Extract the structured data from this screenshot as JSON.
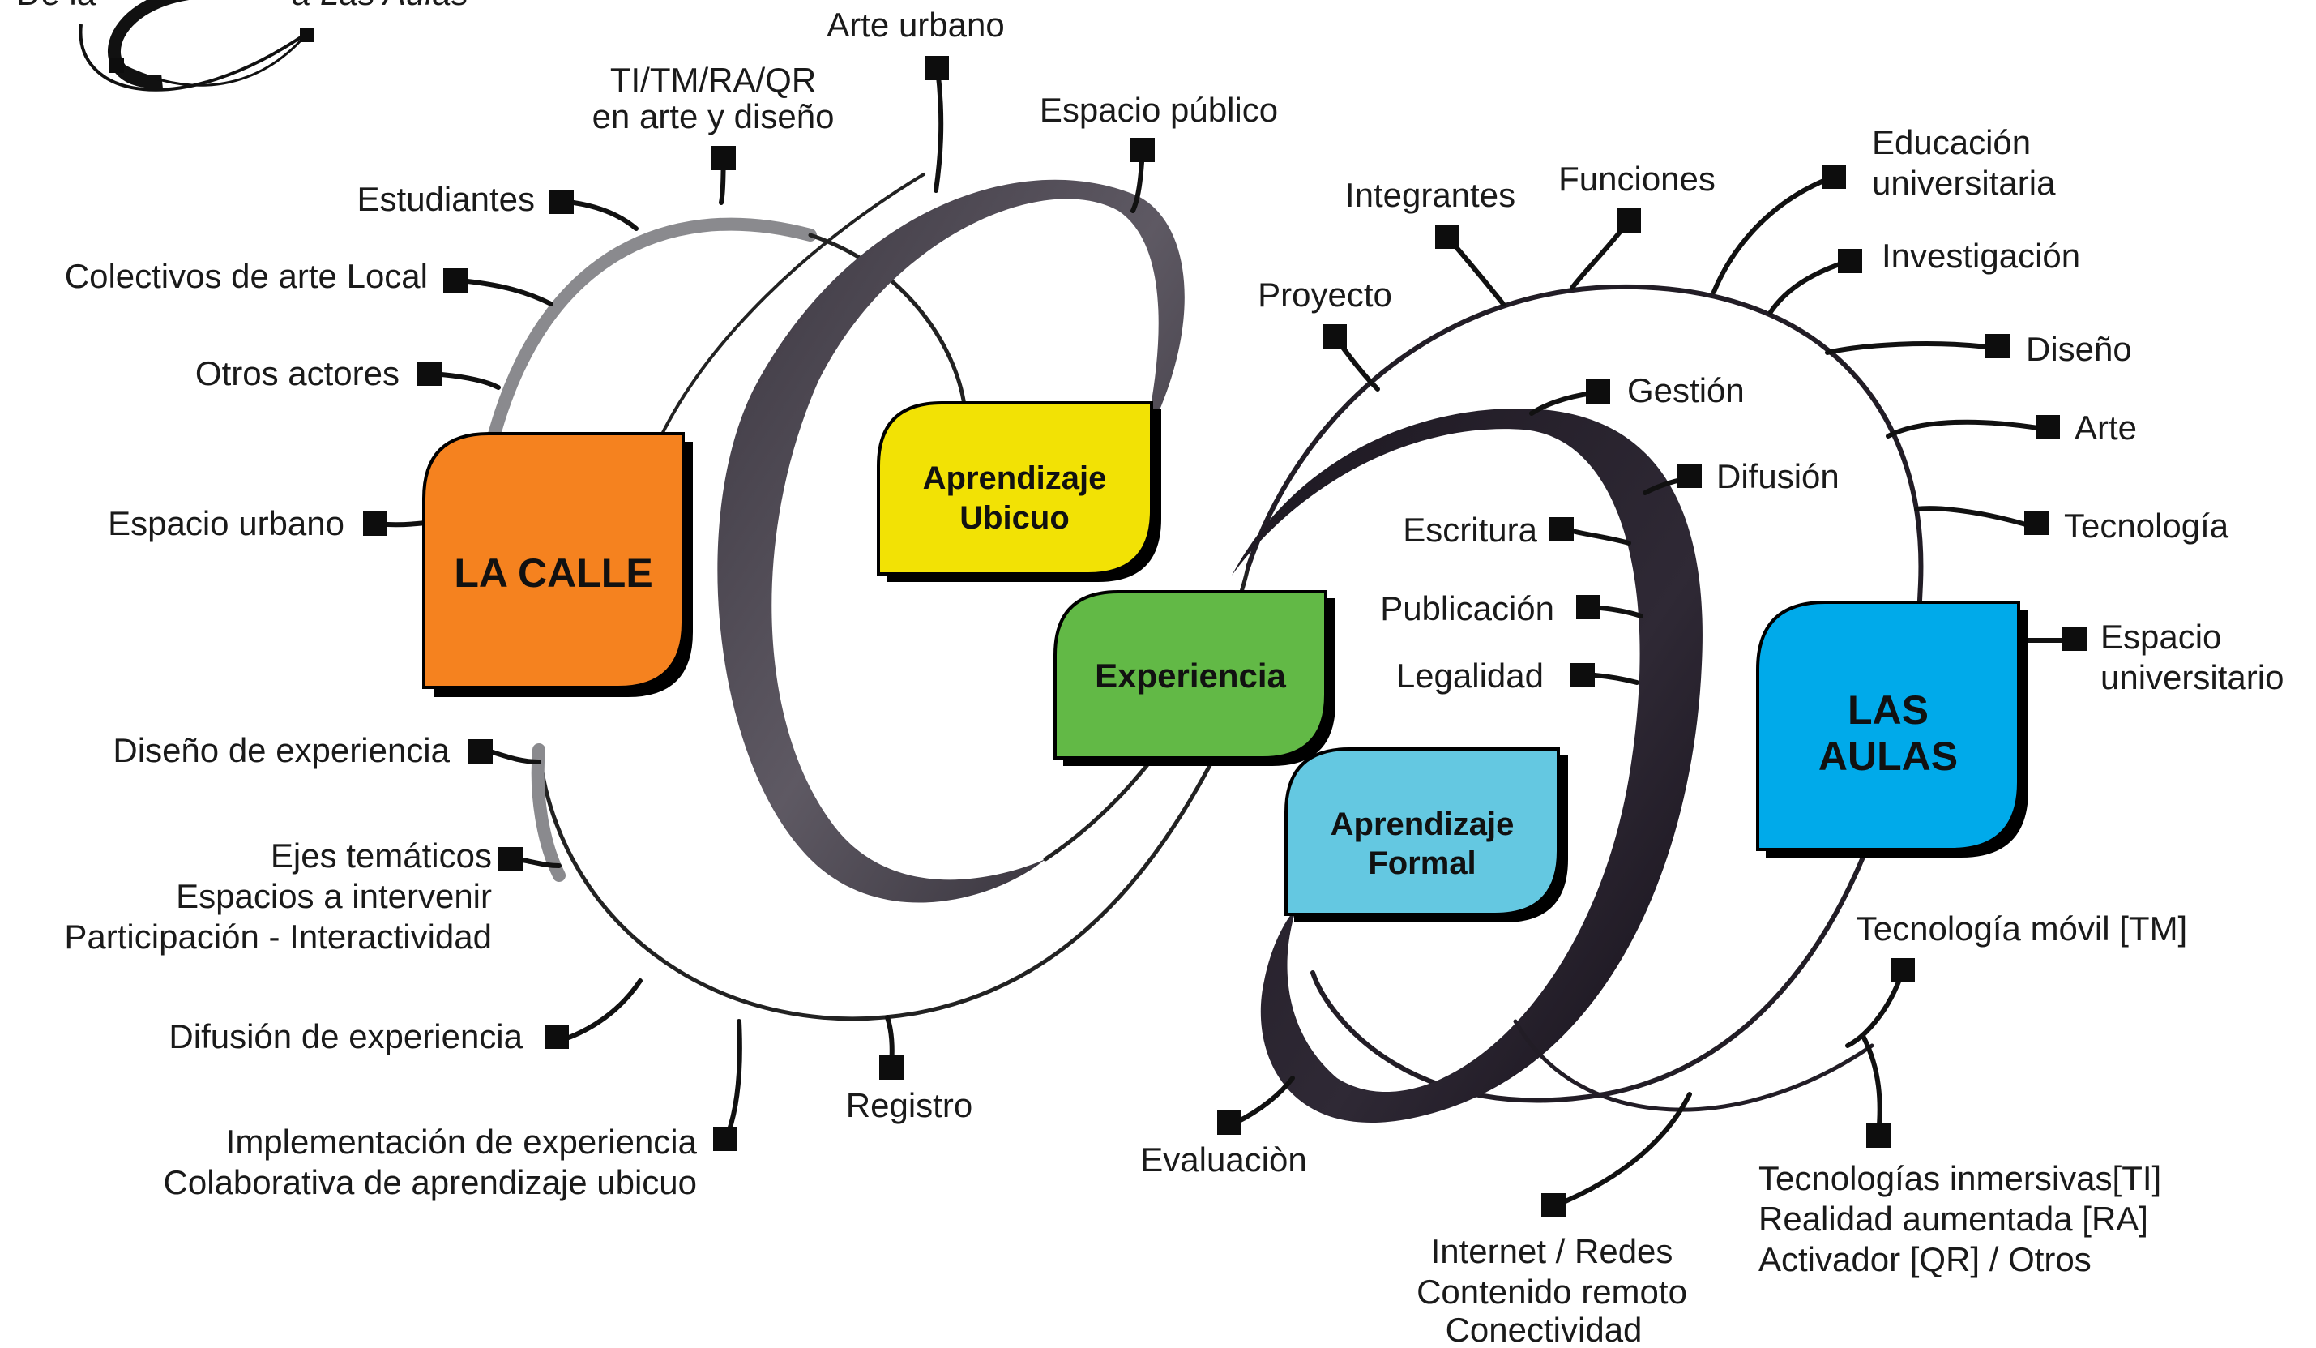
{
  "logo": {
    "text_left": "De la",
    "text_right": "a Las Aulas"
  },
  "hubs": {
    "la_calle": {
      "label": "LA CALLE",
      "color": "#F5821F"
    },
    "aprendizaje_ubicuo": {
      "line1": "Aprendizaje",
      "line2": "Ubicuo",
      "color": "#F2E205"
    },
    "experiencia": {
      "label": "Experiencia",
      "color": "#62B946"
    },
    "aprendizaje_formal": {
      "line1": "Aprendizaje",
      "line2": "Formal",
      "color": "#64C8E1"
    },
    "las_aulas": {
      "line1": "LAS",
      "line2": "AULAS",
      "color": "#00AAEA"
    }
  },
  "nodes": {
    "arte_urbano": "Arte urbano",
    "ti_tm_ra_qr_1": "TI/TM/RA/QR",
    "ti_tm_ra_qr_2": "en arte y diseño",
    "espacio_publico": "Espacio público",
    "estudiantes": "Estudiantes",
    "colectivos": "Colectivos de arte Local",
    "otros_actores": "Otros actores",
    "espacio_urbano": "Espacio urbano",
    "diseno_experiencia": "Diseño de experiencia",
    "ejes_1": "Ejes temáticos",
    "ejes_2": "Espacios a intervenir",
    "ejes_3": "Participación - Interactividad",
    "difusion_experiencia": "Difusión de experiencia",
    "implementacion_1": "Implementación de experiencia",
    "implementacion_2": "Colaborativa de aprendizaje ubicuo",
    "registro": "Registro",
    "proyecto": "Proyecto",
    "integrantes": "Integrantes",
    "funciones": "Funciones",
    "educacion_1": "Educación",
    "educacion_2": "universitaria",
    "investigacion": "Investigación",
    "diseno": "Diseño",
    "arte": "Arte",
    "tecnologia": "Tecnología",
    "espacio_univ_1": "Espacio",
    "espacio_univ_2": "universitario",
    "gestion": "Gestión",
    "difusion": "Difusión",
    "escritura": "Escritura",
    "publicacion": "Publicación",
    "legalidad": "Legalidad",
    "evaluacion": "Evaluaciòn",
    "tecnologia_movil": "Tecnología móvil [TM]",
    "internet_1": "Internet / Redes",
    "internet_2": "Contenido remoto",
    "internet_3": "Conectividad",
    "inmersivas_1": "Tecnologías inmersivas[TI]",
    "inmersivas_2": "Realidad aumentada [RA]",
    "inmersivas_3": "Activador [QR] / Otros"
  },
  "colors": {
    "curve_dark": "#2a2530",
    "curve_gray": "#8a8a8e",
    "curve_mid": "#5a5560"
  }
}
